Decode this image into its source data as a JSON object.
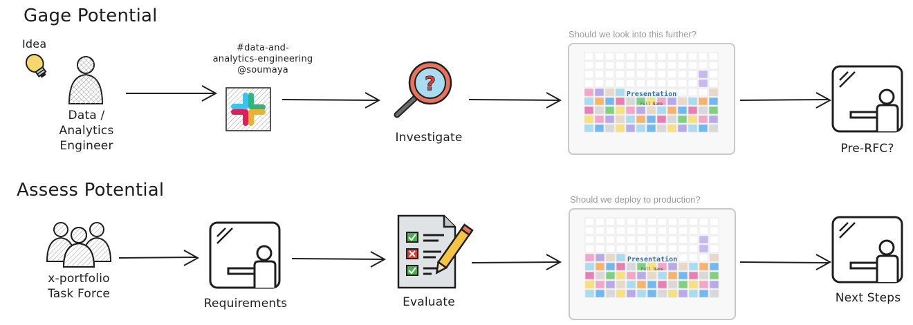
{
  "rows": {
    "top": {
      "title": "Gage Potential",
      "idea_label": "Idea",
      "person_label": [
        "Data /",
        "Analytics",
        "Engineer"
      ],
      "slack_label": [
        "#data-and-",
        "analytics-engineering",
        "@soumaya"
      ],
      "investigate_label": "Investigate",
      "question": "Should we look into this further?",
      "presentation_title": "Presentation",
      "presentation_sub": "Full Name",
      "end_label": "Pre-RFC?"
    },
    "bottom": {
      "title": "Assess Potential",
      "group_label": [
        "x-portfolio",
        "Task Force"
      ],
      "requirements_label": "Requirements",
      "evaluate_label": "Evaluate",
      "question": "Should we deploy to production?",
      "presentation_title": "Presentation",
      "presentation_sub": "Full Name",
      "end_label": "Next Steps"
    }
  },
  "icons": {
    "bulb": "lightbulb-icon",
    "person": "person-icon",
    "slack": "slack-logo-icon",
    "magnifier": "magnifier-question-icon",
    "board": "presenter-board-icon",
    "group": "group-icon",
    "checklist": "checklist-icon"
  },
  "colors": {
    "ink": "#1e1e1e",
    "bulb": "#f5d76e",
    "magnifier_ring": "#e8735a",
    "magnifier_glass": "#a8dcf0",
    "question_caption": "#9a9a9a",
    "presentation_title": "#2f6fb3",
    "checkbox_green": "#4caf50",
    "checkbox_red": "#e53935",
    "pencil": "#f5c542"
  }
}
